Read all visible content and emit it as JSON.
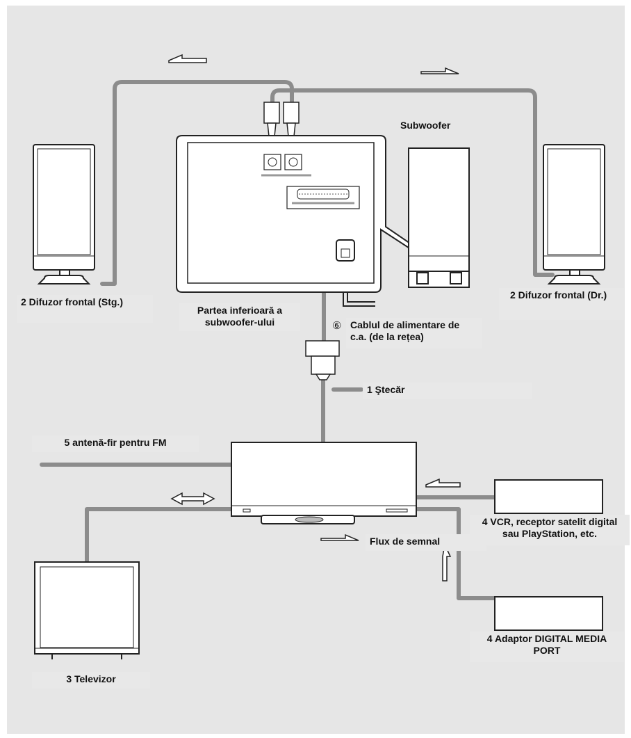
{
  "labels": {
    "subwoofer": "Subwoofer",
    "front_left": "2 Difuzor frontal (Stg.)",
    "front_right": "2 Difuzor frontal (Dr.)",
    "bottom_line1": "Partea inferioară a",
    "bottom_line2": "subwoofer-ului",
    "power_cable_num": "⑥",
    "power_cable_line1": "Cablul de alimentare de",
    "power_cable_line2": "c.a. (de la rețea)",
    "plug": "1 Ştecăr",
    "antenna": "5 antenă-fir pentru FM",
    "vcr_line1": "4 VCR, receptor satelit digital",
    "vcr_line2": "sau PlayStation, etc.",
    "adapter_line1": "4 Adaptor DIGITAL MEDIA",
    "adapter_line2": "PORT",
    "tv": "3 Televizor",
    "signal_flow": "Flux de semnal"
  },
  "colors": {
    "panel": "#e6e6e6",
    "cable": "#8c8c8c",
    "outline": "#222222",
    "label_bg": "#e8e8e8"
  }
}
